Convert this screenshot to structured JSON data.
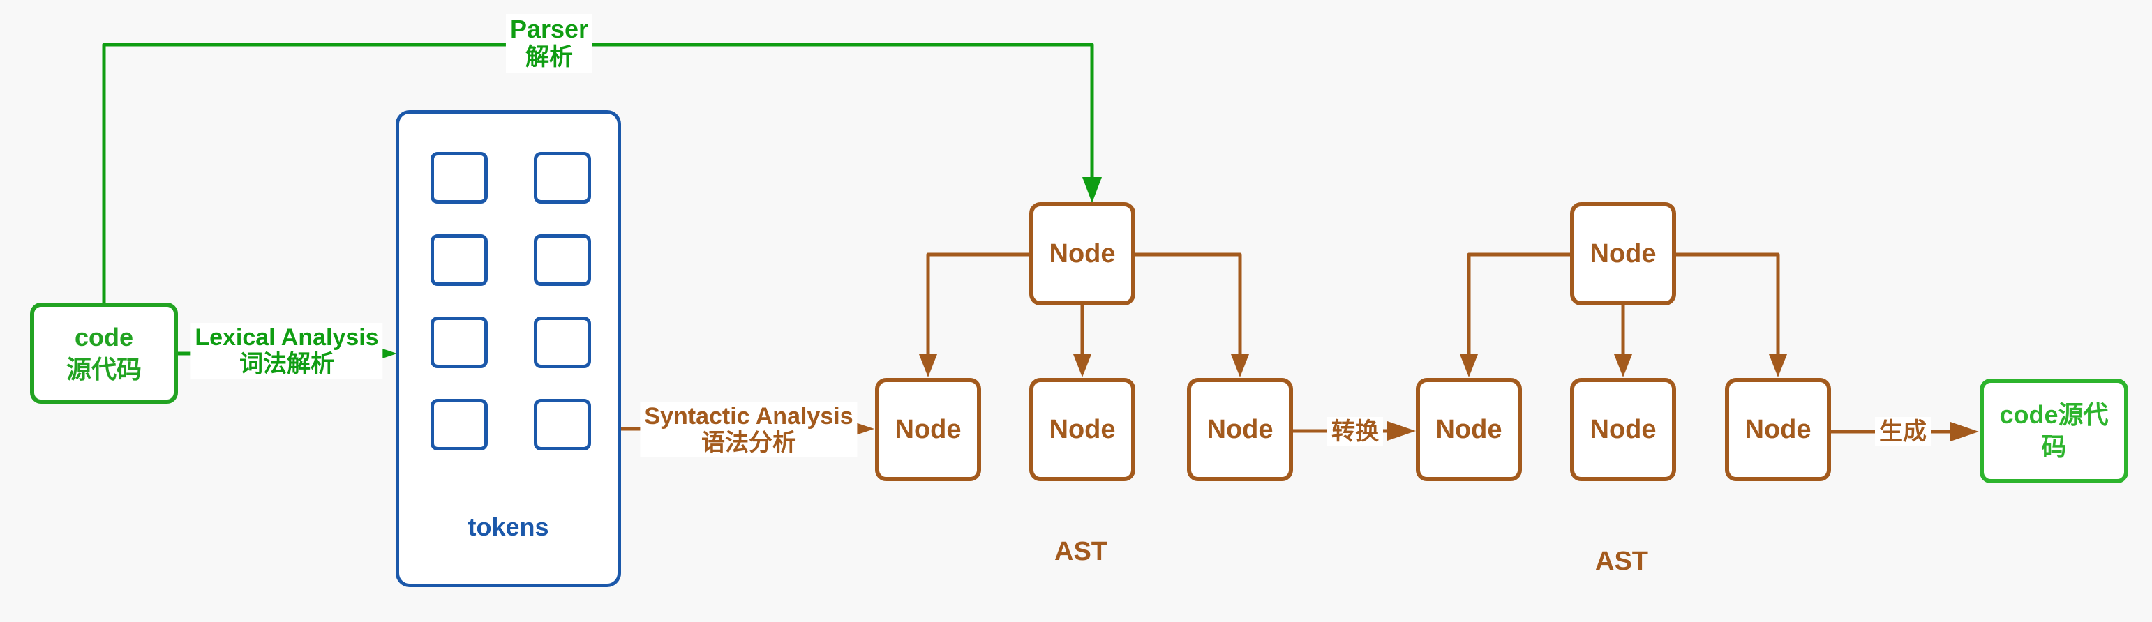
{
  "colors": {
    "page_bg": "#f8f8f8",
    "green_line": "#0f9d12",
    "green_source": "#22a322",
    "green_output": "#2db42d",
    "brown": "#a35a1d",
    "blue": "#1b58aa",
    "label_bg": "#ffffff"
  },
  "labels": {
    "parser_en": "Parser",
    "parser_zh": "解析",
    "lexical_en": "Lexical Analysis",
    "lexical_zh": "词法解析",
    "syntactic_en": "Syntactic Analysis",
    "syntactic_zh": "语法分析",
    "transform": "转换",
    "generate": "生成"
  },
  "source_box": {
    "line1": "code",
    "line2": "源代码"
  },
  "tokens_box": {
    "label": "tokens",
    "token_count": 8
  },
  "trees": [
    {
      "root": "Node",
      "children": [
        "Node",
        "Node",
        "Node"
      ],
      "caption": "AST"
    },
    {
      "root": "Node",
      "children": [
        "Node",
        "Node",
        "Node"
      ],
      "caption": "AST"
    }
  ],
  "output_box": {
    "line1": "code源代",
    "line2": "码"
  }
}
